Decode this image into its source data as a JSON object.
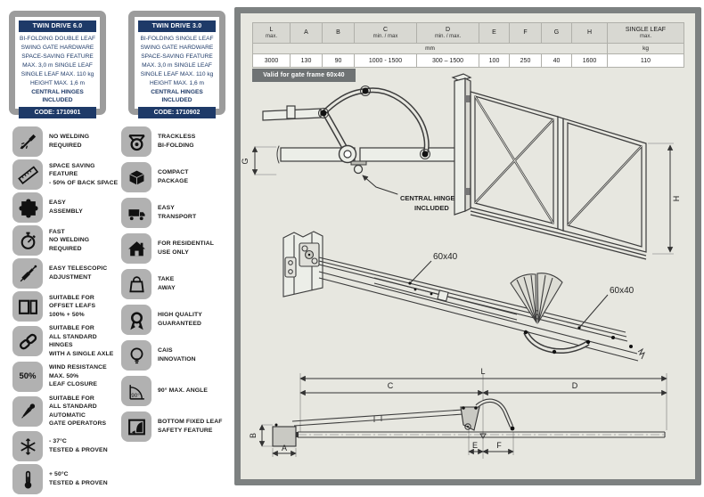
{
  "colors": {
    "navy": "#1e3a68",
    "panel_bg": "#e7e7e0",
    "panel_border": "#7d8181",
    "tile_gray": "#b1b1b1",
    "badge_gray": "#6f7374",
    "table_header": "#d8d8d2"
  },
  "products": [
    {
      "title": "TWIN DRIVE 6.0",
      "body": "BI-FOLDING DOUBLE LEAF\nSWING GATE HARDWARE\nSPACE-SAVING FEATURE\nMAX. 3,0 m SINGLE LEAF\nSINGLE LEAF MAX. 110 kg\nHEIGHT MAX. 1,6 m",
      "bold_line": "CENTRAL HINGES INCLUDED",
      "code": "CODE: 1710901"
    },
    {
      "title": "TWIN DRIVE 3.0",
      "body": "BI-FOLDING SINGLE LEAF\nSWING GATE HARDWARE\nSPACE-SAVING FEATURE\nMAX. 3,0 m SINGLE LEAF\nSINGLE LEAF MAX. 110 kg\nHEIGHT MAX. 1,6 m",
      "bold_line": "CENTRAL HINGES INCLUDED",
      "code": "CODE: 1710902"
    }
  ],
  "features": {
    "col1": [
      {
        "icon": "welding-icon",
        "text": "NO WELDING\nREQUIRED"
      },
      {
        "icon": "ruler-icon",
        "text": "SPACE SAVING\nFEATURE\n- 50% OF BACK SPACE"
      },
      {
        "icon": "puzzle-icon",
        "text": "EASY\nASSEMBLY"
      },
      {
        "icon": "stopwatch-icon",
        "text": "FAST\nNO WELDING\nREQUIRED"
      },
      {
        "icon": "telescopic-icon",
        "text": "EASY TELESCOPIC\nADJUSTMENT"
      },
      {
        "icon": "offset-leafs-icon",
        "text": "SUITABLE FOR\nOFFSET LEAFS\n100% + 50%"
      },
      {
        "icon": "chain-icon",
        "text": "SUITABLE FOR\nALL STANDARD HINGES\nWITH A SINGLE AXLE"
      },
      {
        "icon": "wind-icon",
        "label": "50%",
        "text": "WIND RESISTANCE\nMAX. 50%\nLEAF CLOSURE"
      },
      {
        "icon": "gate-operator-icon",
        "text": "SUITABLE FOR\nALL STANDARD\nAUTOMATIC\nGATE OPERATORS"
      },
      {
        "icon": "snowflake-icon",
        "text": "- 37°C\nTESTED & PROVEN"
      },
      {
        "icon": "thermometer-icon",
        "text": "+ 50°C\nTESTED & PROVEN"
      }
    ],
    "col2": [
      {
        "icon": "trackless-icon",
        "text": "TRACKLESS\nBI-FOLDING"
      },
      {
        "icon": "package-icon",
        "text": "COMPACT\nPACKAGE"
      },
      {
        "icon": "truck-icon",
        "text": "EASY\nTRANSPORT"
      },
      {
        "icon": "house-icon",
        "text": "FOR RESIDENTIAL\nUSE ONLY"
      },
      {
        "icon": "bag-icon",
        "text": "TAKE\nAWAY"
      },
      {
        "icon": "medal-icon",
        "text": "HIGH QUALITY\nGUARANTEED"
      },
      {
        "icon": "bulb-icon",
        "text": "CAIS\nINNOVATION"
      },
      {
        "icon": "angle-icon",
        "label": "90°",
        "text": "90° MAX. ANGLE"
      },
      {
        "icon": "bottom-leaf-icon",
        "text": "BOTTOM FIXED LEAF\nSAFETY FEATURE"
      }
    ]
  },
  "spec": {
    "headers": [
      {
        "label": "L",
        "sub": "max."
      },
      {
        "label": "A",
        "sub": ""
      },
      {
        "label": "B",
        "sub": ""
      },
      {
        "label": "C",
        "sub": "min. / max"
      },
      {
        "label": "D",
        "sub": "min. / max."
      },
      {
        "label": "E",
        "sub": ""
      },
      {
        "label": "F",
        "sub": ""
      },
      {
        "label": "G",
        "sub": ""
      },
      {
        "label": "H",
        "sub": ""
      },
      {
        "label": "SINGLE LEAF",
        "sub": "max."
      }
    ],
    "units": {
      "mm": "mm",
      "kg": "kg"
    },
    "values": [
      "3000",
      "130",
      "90",
      "1000 - 1500",
      "300 – 1500",
      "100",
      "250",
      "40",
      "1600",
      "110"
    ]
  },
  "badge": {
    "text": "Valid for gate frame 60x40"
  },
  "diagram": {
    "dims": {
      "g": "G",
      "h": "H",
      "l": "L",
      "c": "C",
      "d": "D",
      "a": "A",
      "b": "B",
      "e": "E",
      "f": "F"
    },
    "profile1": "60x40",
    "profile2": "60x40",
    "callout1": "CENTRAL HINGES",
    "callout2": "INCLUDED"
  }
}
